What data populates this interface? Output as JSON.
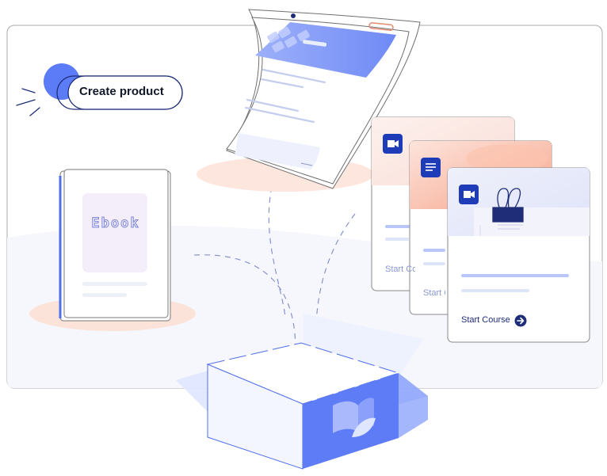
{
  "create_button": {
    "label": "Create product"
  },
  "ebook": {
    "label": "Ebook"
  },
  "courses": [
    {
      "cta": "Start Course",
      "icon": "video-icon"
    },
    {
      "cta": "Start Course",
      "icon": "document-icon"
    },
    {
      "cta": "Start Course",
      "icon": "video-icon"
    }
  ],
  "colors": {
    "accent": "#5b7cf6",
    "dark_blue": "#1e3a9e",
    "panel_border": "#a9a9a9",
    "salmon": "#fde4dc",
    "lavender": "#f4edfa"
  }
}
